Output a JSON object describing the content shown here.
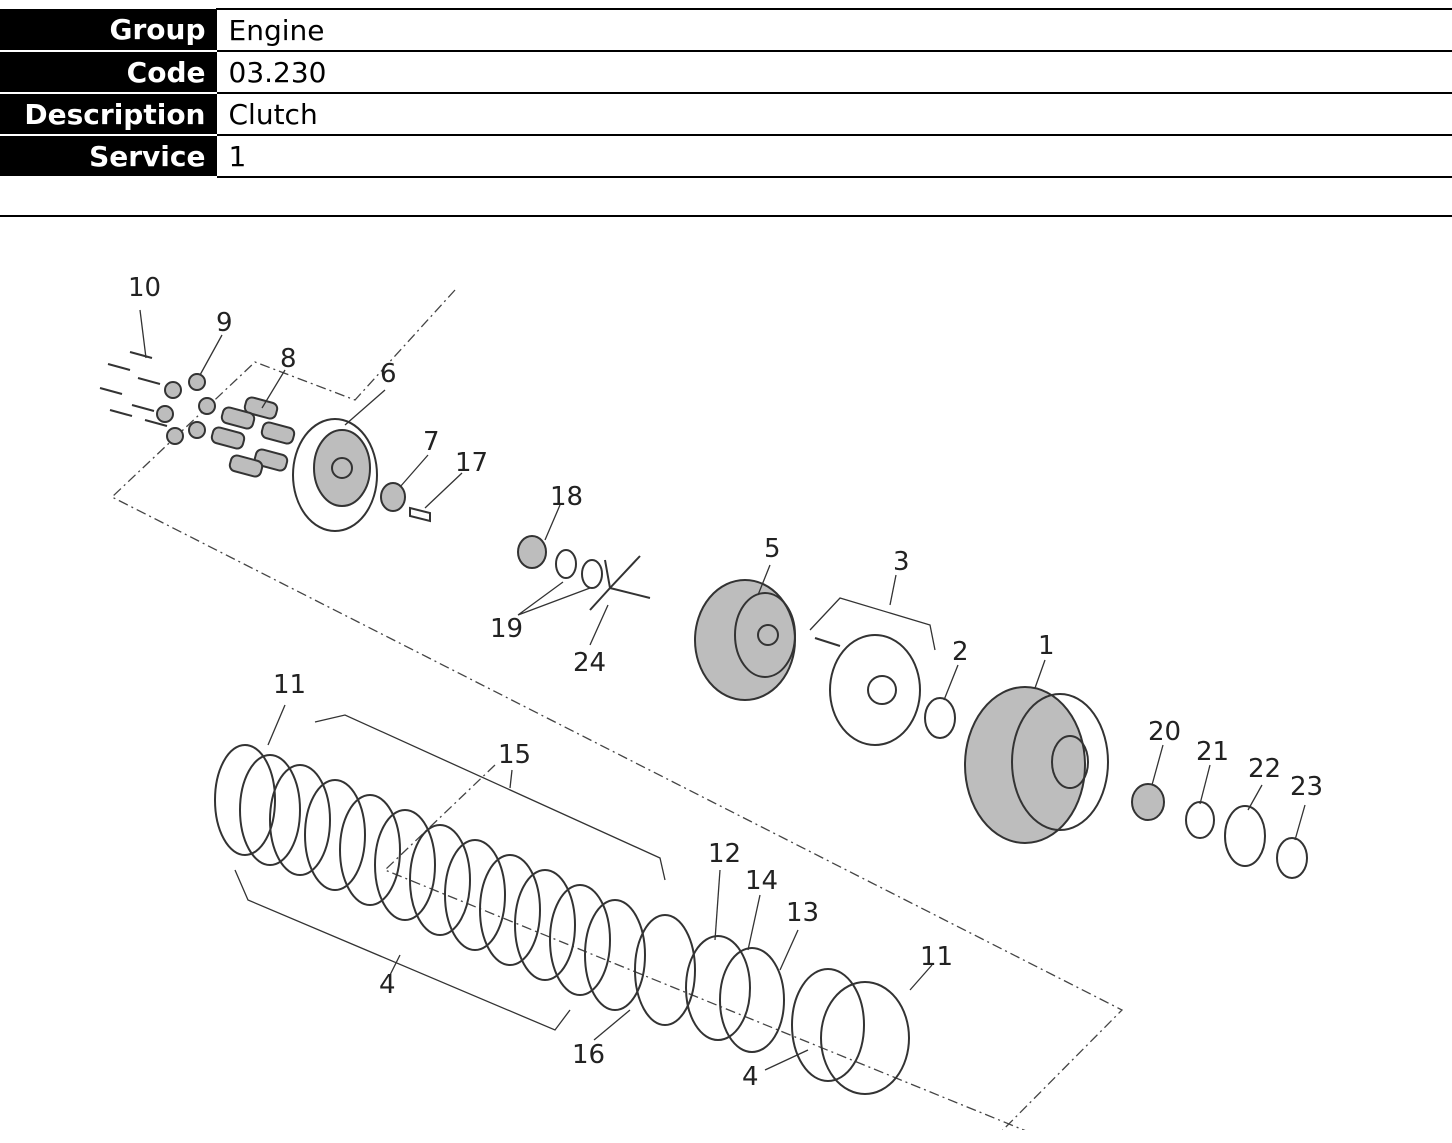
{
  "info": {
    "rows": [
      {
        "label": "Group",
        "value": "Engine"
      },
      {
        "label": "Code",
        "value": "03.230"
      },
      {
        "label": "Description",
        "value": "Clutch"
      },
      {
        "label": "Service",
        "value": "1"
      }
    ]
  },
  "diagram": {
    "callouts": [
      "10",
      "9",
      "8",
      "6",
      "7",
      "17",
      "18",
      "5",
      "3",
      "2",
      "1",
      "19",
      "24",
      "11",
      "15",
      "20",
      "21",
      "22",
      "23",
      "12",
      "14",
      "13",
      "4",
      "16",
      "4",
      "11"
    ]
  }
}
